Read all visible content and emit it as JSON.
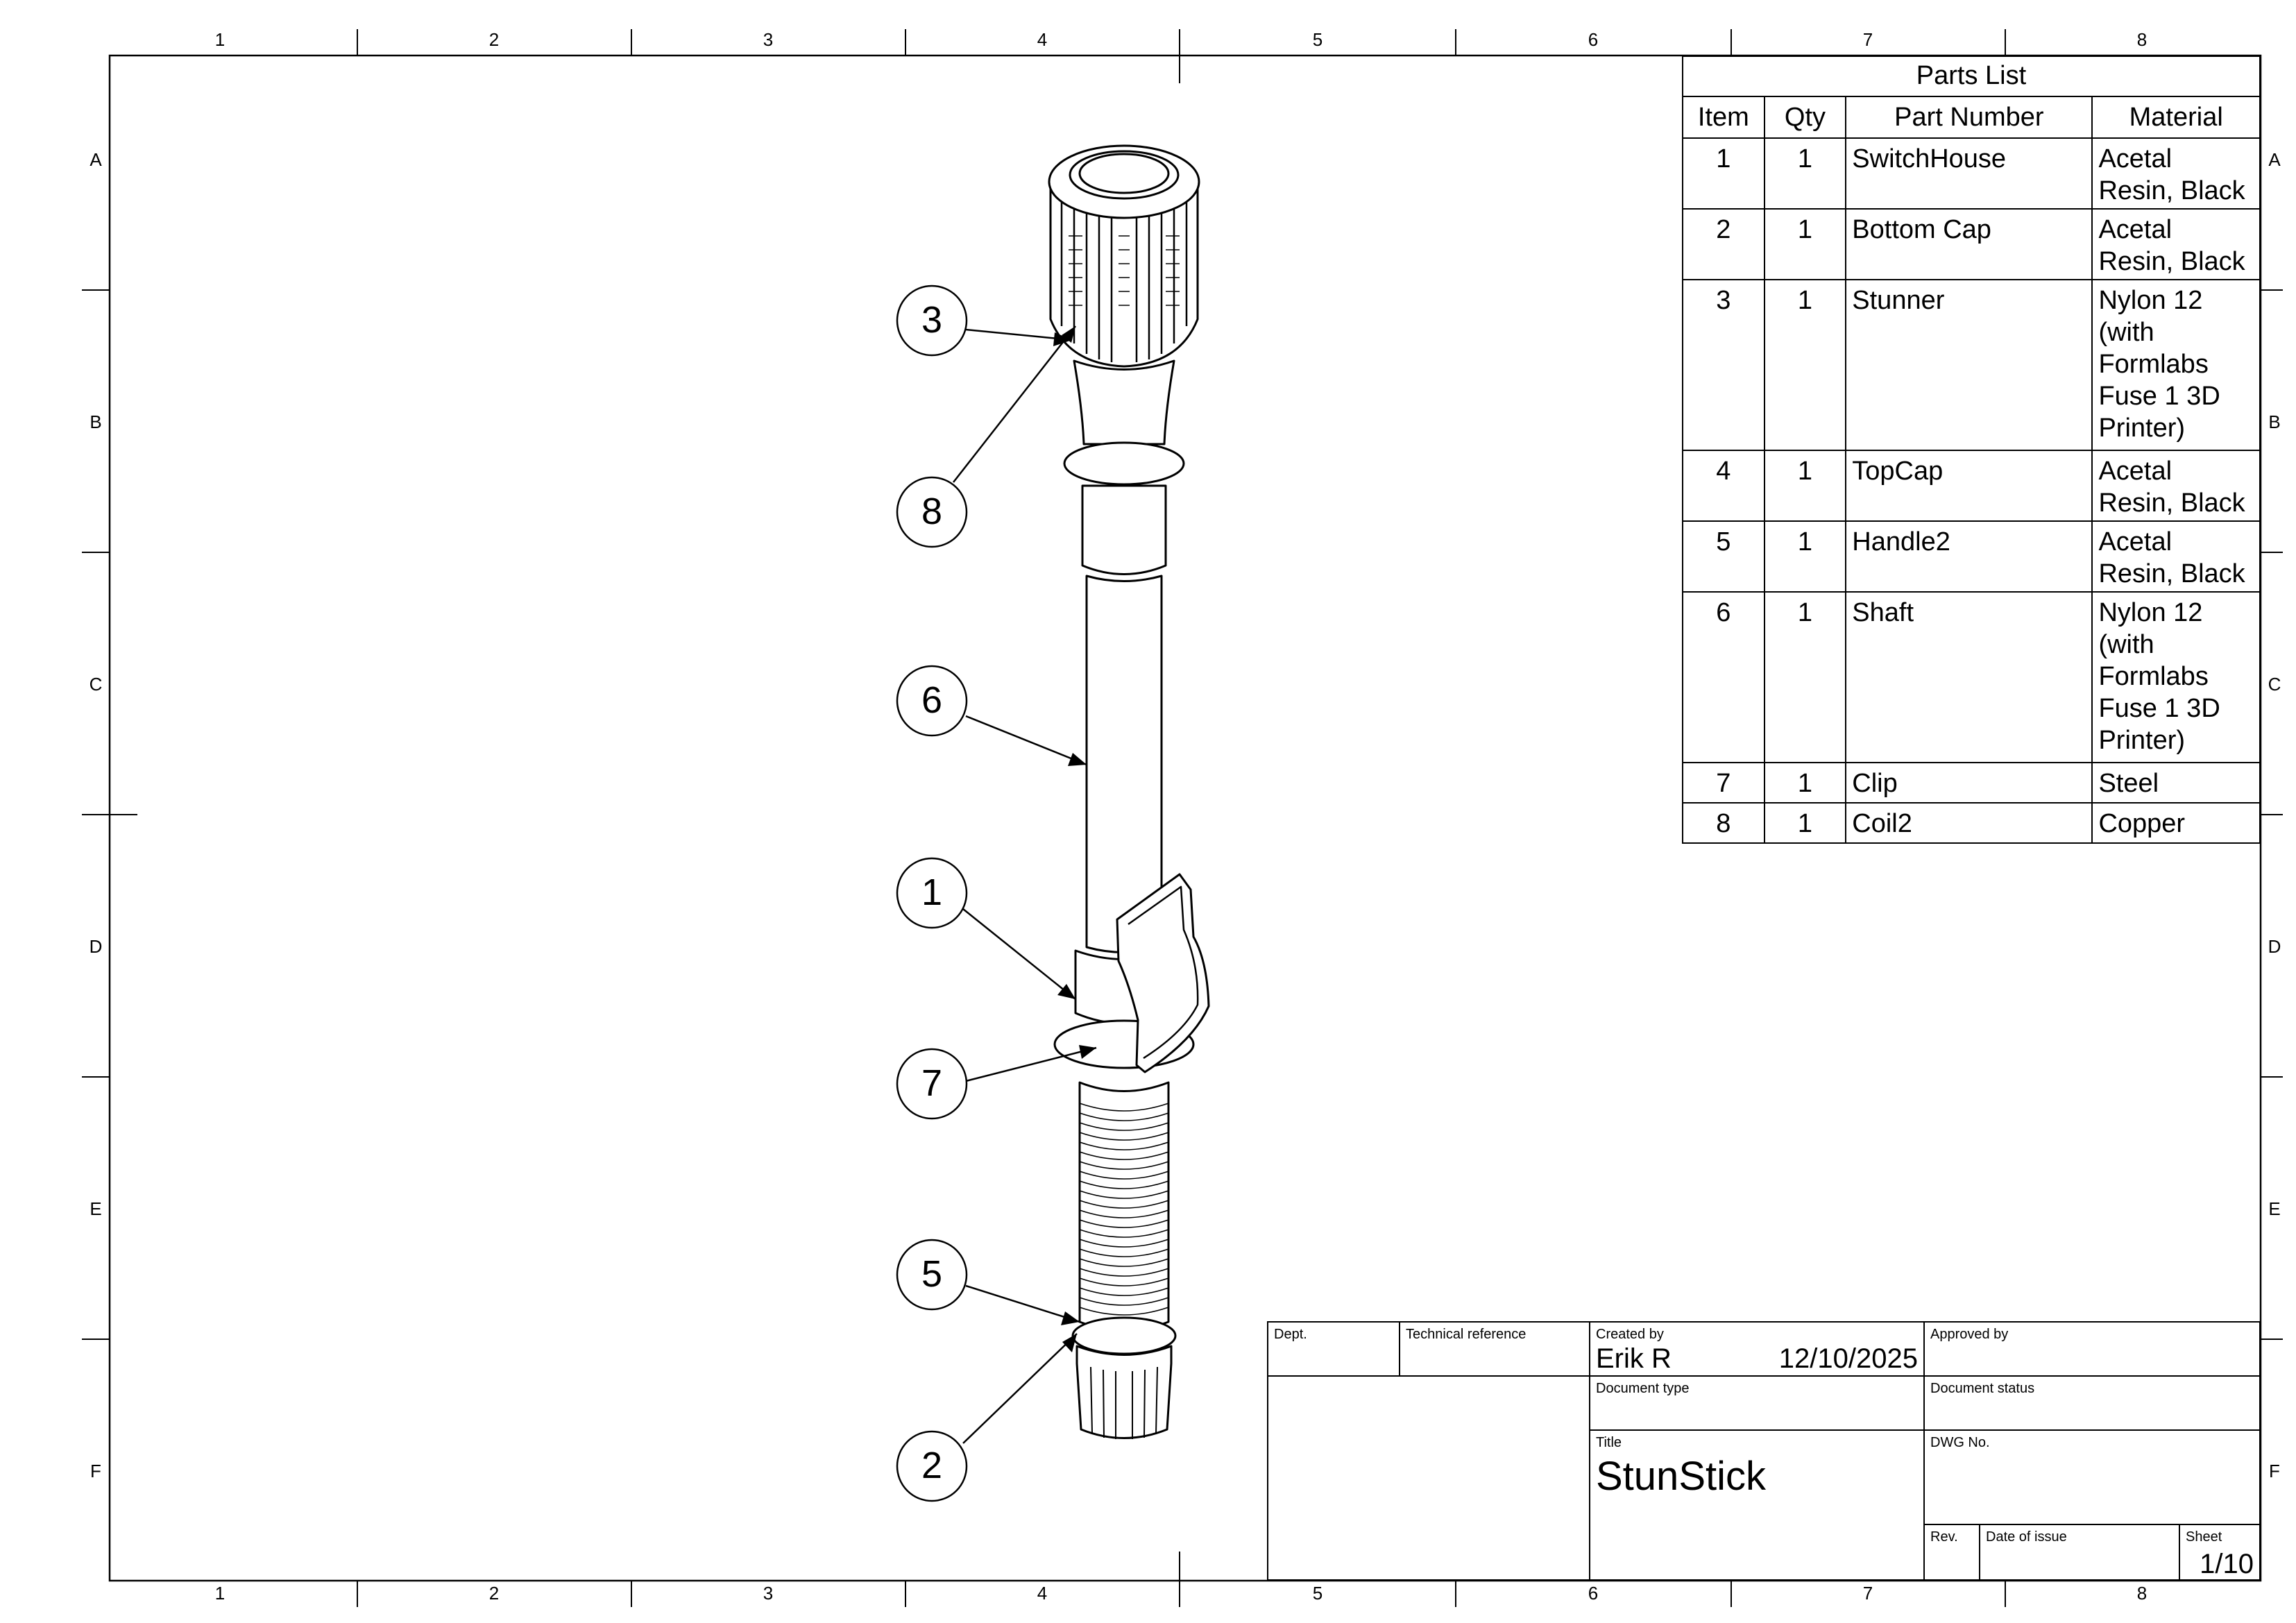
{
  "zones": {
    "columns": [
      "1",
      "2",
      "3",
      "4",
      "5",
      "6",
      "7",
      "8"
    ],
    "rows": [
      "A",
      "B",
      "C",
      "D",
      "E",
      "F"
    ]
  },
  "balloons": [
    "3",
    "8",
    "6",
    "1",
    "7",
    "5",
    "2"
  ],
  "parts_list": {
    "caption": "Parts List",
    "headers": [
      "Item",
      "Qty",
      "Part Number",
      "Material"
    ],
    "rows": [
      {
        "item": "1",
        "qty": "1",
        "part": "SwitchHouse",
        "material": "Acetal\nResin, Black"
      },
      {
        "item": "2",
        "qty": "1",
        "part": "Bottom Cap",
        "material": "Acetal\nResin, Black"
      },
      {
        "item": "3",
        "qty": "1",
        "part": "Stunner",
        "material": "Nylon 12\n(with\nFormlabs\nFuse 1 3D\nPrinter)"
      },
      {
        "item": "4",
        "qty": "1",
        "part": "TopCap",
        "material": "Acetal\nResin, Black"
      },
      {
        "item": "5",
        "qty": "1",
        "part": "Handle2",
        "material": "Acetal\nResin, Black"
      },
      {
        "item": "6",
        "qty": "1",
        "part": "Shaft",
        "material": "Nylon 12\n(with\nFormlabs\nFuse 1 3D\nPrinter)"
      },
      {
        "item": "7",
        "qty": "1",
        "part": "Clip",
        "material": "Steel"
      },
      {
        "item": "8",
        "qty": "1",
        "part": "Coil2",
        "material": "Copper"
      }
    ]
  },
  "title_block": {
    "dept_label": "Dept.",
    "tech_ref_label": "Technical reference",
    "created_by_label": "Created by",
    "created_by": "Erik R",
    "created_date": "12/10/2025",
    "approved_by_label": "Approved by",
    "document_type_label": "Document type",
    "document_status_label": "Document status",
    "title_label": "Title",
    "title": "StunStick",
    "dwg_no_label": "DWG No.",
    "rev_label": "Rev.",
    "date_of_issue_label": "Date of issue",
    "sheet_label": "Sheet",
    "sheet": "1/10"
  }
}
